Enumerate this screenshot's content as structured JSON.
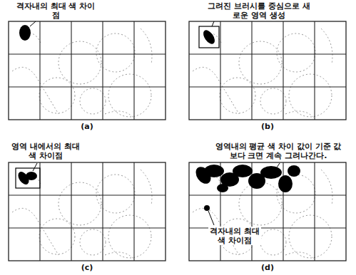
{
  "diagram": {
    "labels": [
      "격자내의 최대 색 차이 점",
      "(a)",
      "그려진 브러시를 중심으로 새로운 영역 생성",
      "(b)",
      "영역 내에서의 최대 색 차이점",
      "(c)",
      "영역내의 평균 색 차이 값이 기준 값보다 크면 계속 그려나간다.",
      "격자내의 최대 색 차이점",
      "(d)"
    ]
  }
}
